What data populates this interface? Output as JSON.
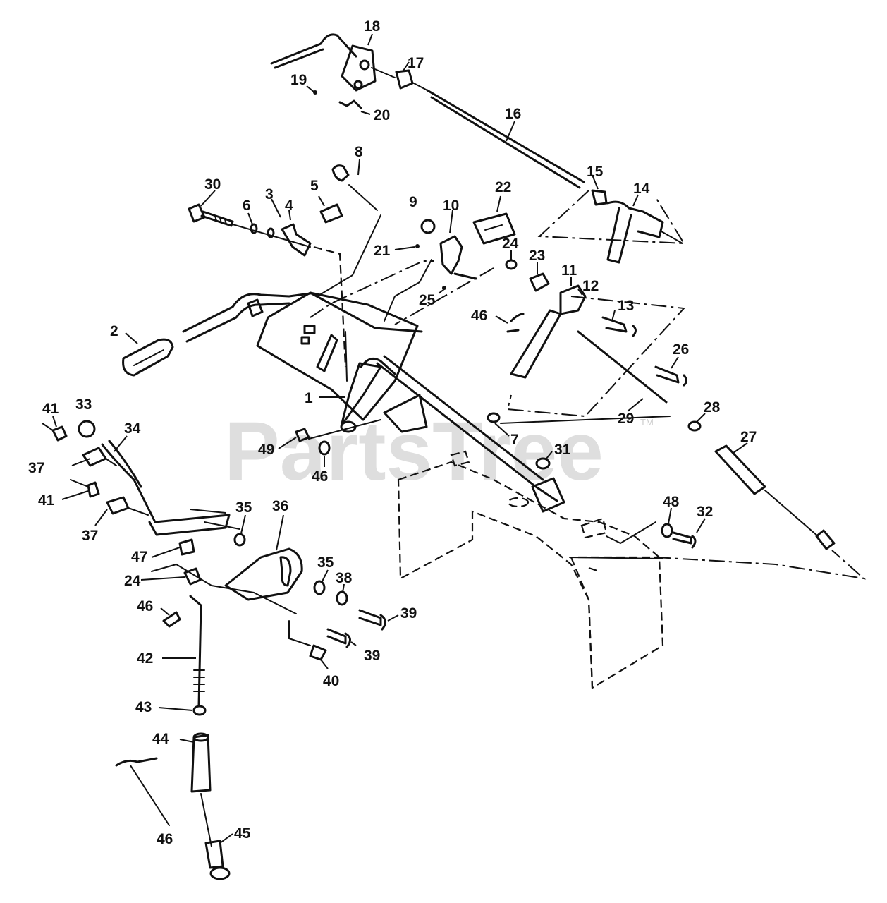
{
  "watermark": {
    "text": "PartsTree",
    "trademark": "TM"
  },
  "callouts": [
    "1",
    "2",
    "3",
    "4",
    "5",
    "6",
    "7",
    "8",
    "9",
    "10",
    "11",
    "12",
    "13",
    "14",
    "15",
    "16",
    "17",
    "18",
    "19",
    "20",
    "21",
    "22",
    "23",
    "24",
    "24",
    "25",
    "26",
    "27",
    "28",
    "29",
    "30",
    "31",
    "32",
    "33",
    "34",
    "35",
    "35",
    "36",
    "37",
    "37",
    "38",
    "39",
    "39",
    "40",
    "41",
    "41",
    "42",
    "43",
    "44",
    "45",
    "46",
    "46",
    "46",
    "46",
    "47",
    "48",
    "49"
  ]
}
